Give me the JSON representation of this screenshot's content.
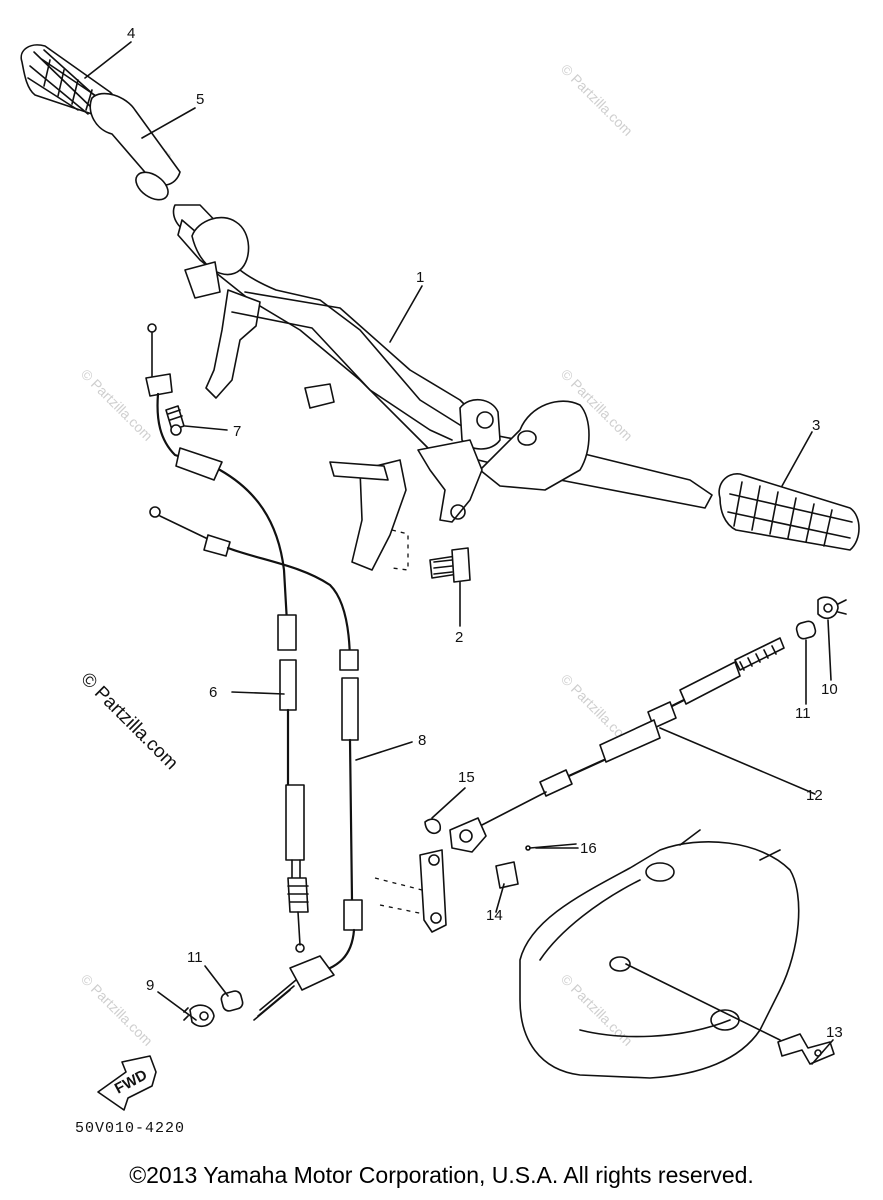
{
  "callouts": {
    "n1": "1",
    "n2": "2",
    "n3": "3",
    "n4": "4",
    "n5": "5",
    "n6": "6",
    "n7": "7",
    "n8": "8",
    "n9": "9",
    "n10": "10",
    "n11a": "11",
    "n11b": "11",
    "n12": "12",
    "n13": "13",
    "n14": "14",
    "n15": "15",
    "n16": "16"
  },
  "arrow_label": "FWD",
  "diagram_code": "50V010-4220",
  "watermark": "© Partzilla.com",
  "copyright": "©2013  Yamaha Motor Corporation, U.S.A. All rights reserved."
}
